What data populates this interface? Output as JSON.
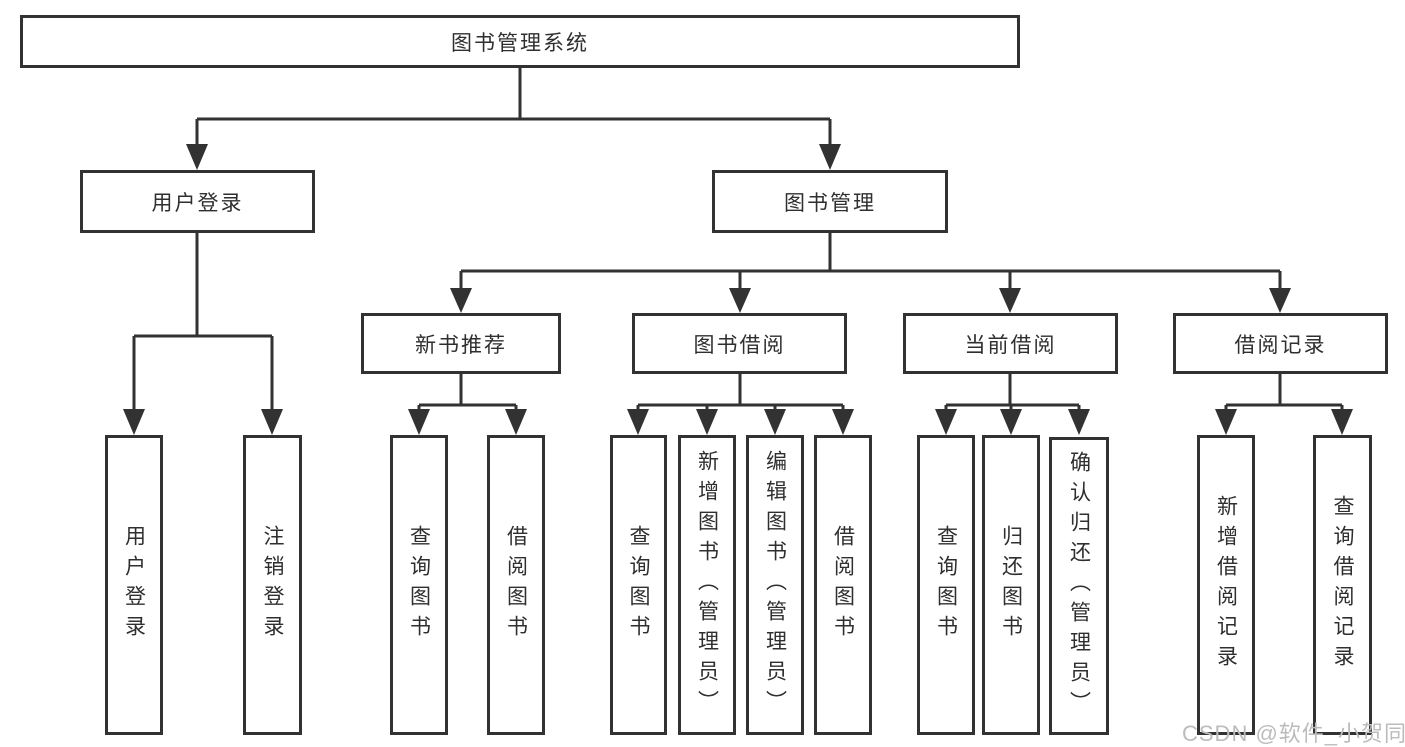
{
  "diagram_title": "图书管理系统",
  "nodes": {
    "root": {
      "label": "图书管理系统"
    },
    "level2": [
      {
        "label": "用户登录"
      },
      {
        "label": "图书管理"
      }
    ],
    "level3": [
      {
        "label": "新书推荐",
        "parent": "图书管理"
      },
      {
        "label": "图书借阅",
        "parent": "图书管理"
      },
      {
        "label": "当前借阅",
        "parent": "图书管理"
      },
      {
        "label": "借阅记录",
        "parent": "图书管理"
      }
    ],
    "leaves": [
      {
        "label": "用户登录",
        "parent": "用户登录"
      },
      {
        "label": "注销登录",
        "parent": "用户登录"
      },
      {
        "label": "查询图书",
        "parent": "新书推荐"
      },
      {
        "label": "借阅图书",
        "parent": "新书推荐"
      },
      {
        "label": "查询图书",
        "parent": "图书借阅"
      },
      {
        "label": "新增图书（管理员）",
        "parent": "图书借阅"
      },
      {
        "label": "编辑图书（管理员）",
        "parent": "图书借阅"
      },
      {
        "label": "借阅图书",
        "parent": "图书借阅"
      },
      {
        "label": "查询图书",
        "parent": "当前借阅"
      },
      {
        "label": "归还图书",
        "parent": "当前借阅"
      },
      {
        "label": "确认归还（管理员）",
        "parent": "当前借阅"
      },
      {
        "label": "新增借阅记录",
        "parent": "借阅记录"
      },
      {
        "label": "查询借阅记录",
        "parent": "借阅记录"
      }
    ]
  },
  "watermark": {
    "text": "CSDN @软件_小贺同学",
    "color": "#bcbcbc"
  },
  "colors": {
    "line": "#323232",
    "text": "#2f2f2f",
    "background": "#ffffff"
  }
}
